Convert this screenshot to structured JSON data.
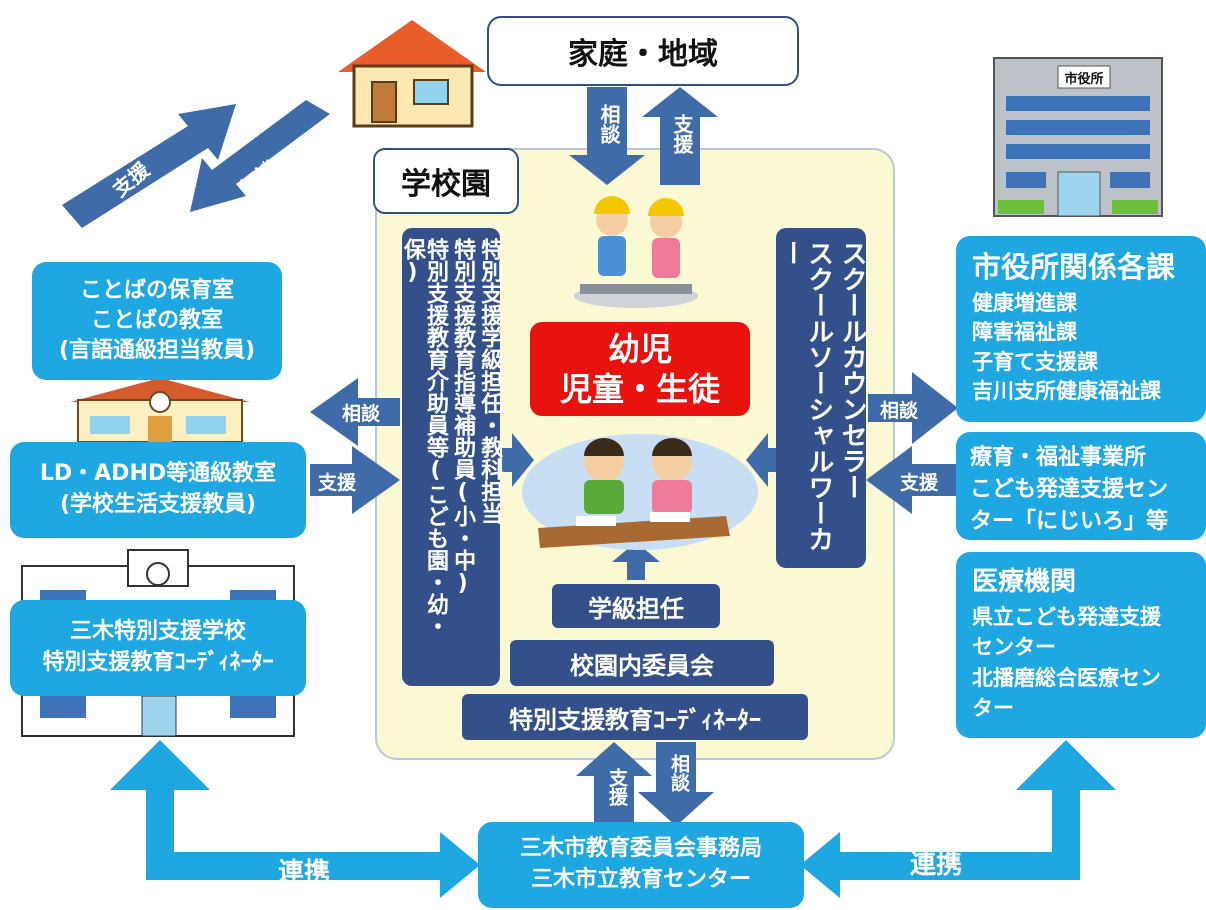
{
  "home_community": "家庭・地域",
  "school": "学校園",
  "city_office_sign": "市役所",
  "speech_room": {
    "lines": [
      "ことばの保育室",
      "ことばの教室",
      "(言語通級担当教員)"
    ]
  },
  "ld_room": {
    "lines": [
      "LD・ADHD等通級教室",
      "(学校生活支援教員)"
    ]
  },
  "special_school": {
    "lines": [
      "三木特別支援学校",
      "特別支援教育ｺｰﾃﾞｨﾈｰﾀｰ"
    ]
  },
  "children": {
    "lines": [
      "幼児",
      "児童・生徒"
    ]
  },
  "teachers_left": {
    "lines": [
      "特別支援学級担任・教科担当",
      "特別支援教育指導補助員(小・中)",
      "特別支援教育介助員等(こども園・幼・保)"
    ]
  },
  "counselors": {
    "lines": [
      "スクールカウンセラー",
      "スクールソーシャルワーカー"
    ]
  },
  "homeroom_teacher": "学級担任",
  "school_committee": "校園内委員会",
  "coordinator": "特別支援教育ｺｰﾃﾞｨﾈｰﾀｰ",
  "city_depts": {
    "title": "市役所関係各課",
    "items": [
      "健康増進課",
      "障害福祉課",
      "子育て支援課",
      "吉川支所健康福祉課"
    ]
  },
  "welfare": {
    "lines": [
      "療育・福祉事業所",
      "こども発達支援セン",
      "ター「にじいろ」等"
    ]
  },
  "medical": {
    "title": "医療機関",
    "items": [
      "県立こども発達支援",
      "センター",
      "北播磨総合医療セン",
      "ター"
    ]
  },
  "board": {
    "lines": [
      "三木市教育委員会事務局",
      "三木市立教育センター"
    ]
  },
  "arrow_labels": {
    "consult": "相談",
    "support": "支援",
    "coop": "連携"
  },
  "colors": {
    "cyan": "#1ea7e1",
    "navy": "#33508a",
    "arrow_blue": "#3f6ca8",
    "school_bg": "#fbf8d4",
    "red": "#e8120f"
  }
}
